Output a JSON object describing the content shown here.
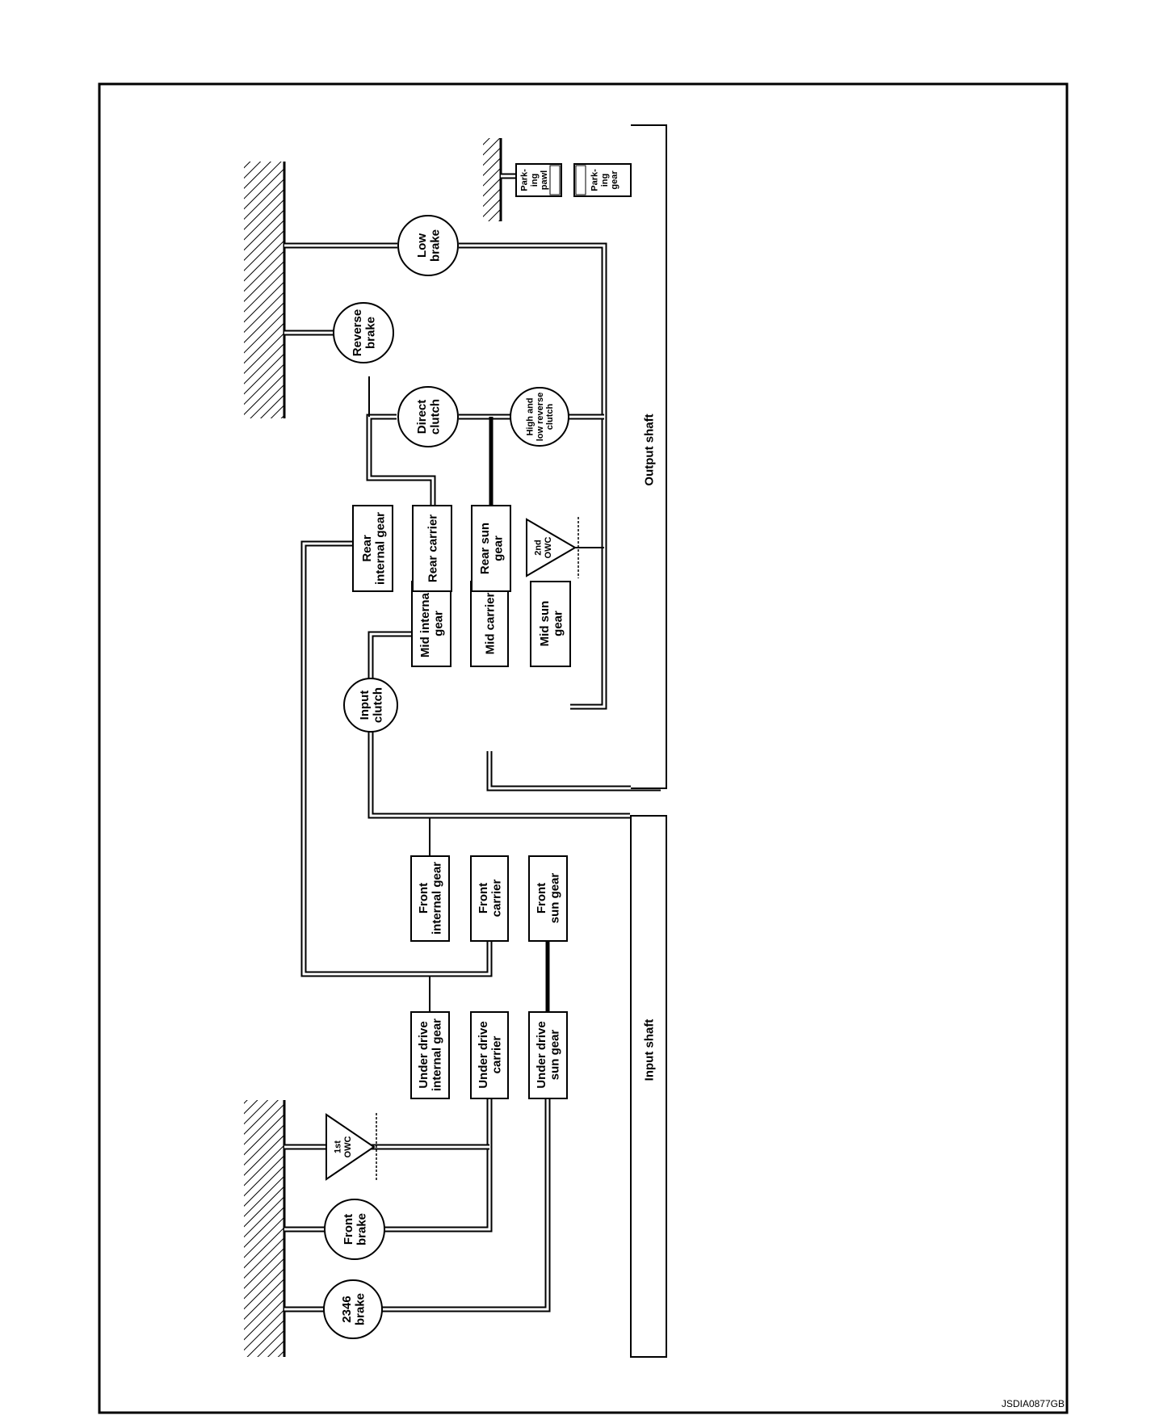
{
  "footer_code": "JSDIA0877GB",
  "components": {
    "brake_2346": "2346 brake",
    "front_brake": "Front brake",
    "owc_1st": "1st OWC",
    "input_shaft": "Input shaft",
    "output_shaft": "Output shaft",
    "under_drive_internal_gear": "Under drive internal gear",
    "under_drive_carrier": "Under drive carrier",
    "under_drive_sun_gear": "Under drive sun gear",
    "front_internal_gear": "Front internal gear",
    "front_carrier": "Front carrier",
    "front_sun_gear": "Front sun gear",
    "input_clutch": "Input clutch",
    "mid_internal_gear": "Mid internal gear",
    "mid_carrier": "Mid carrier",
    "mid_sun_gear": "Mid sun gear",
    "rear_internal_gear": "Rear internal gear",
    "rear_carrier": "Rear carrier",
    "rear_sun_gear": "Rear sun gear",
    "owc_2nd": "2nd OWC",
    "direct_clutch": "Direct clutch",
    "high_low_reverse_clutch": "High and low reverse clutch",
    "reverse_brake": "Reverse brake",
    "low_brake": "Low brake",
    "parking_pawl": "Park- ing pawl",
    "parking_gear": "Park- ing gear"
  },
  "labels": {
    "brake_2346": [
      "2346",
      "brake"
    ],
    "front_brake": [
      "Front",
      "brake"
    ],
    "owc_1st": [
      "1st",
      "OWC"
    ],
    "input_shaft": [
      "Input shaft"
    ],
    "output_shaft": [
      "Output shaft"
    ],
    "under_drive_internal_gear": [
      "Under drive",
      "internal gear"
    ],
    "under_drive_carrier": [
      "Under drive",
      "carrier"
    ],
    "under_drive_sun_gear": [
      "Under drive",
      "sun gear"
    ],
    "front_internal_gear": [
      "Front",
      "internal gear"
    ],
    "front_carrier": [
      "Front",
      "carrier"
    ],
    "front_sun_gear": [
      "Front",
      "sun gear"
    ],
    "input_clutch": [
      "Input",
      "clutch"
    ],
    "mid_internal_gear": [
      "Mid internal",
      "gear"
    ],
    "mid_carrier": [
      "Mid carrier"
    ],
    "mid_sun_gear": [
      "Mid sun",
      "gear"
    ],
    "rear_internal_gear": [
      "Rear",
      "internal gear"
    ],
    "rear_carrier": [
      "Rear carrier"
    ],
    "rear_sun_gear": [
      "Rear sun",
      "gear"
    ],
    "owc_2nd": [
      "2nd",
      "OWC"
    ],
    "direct_clutch": [
      "Direct",
      "clutch"
    ],
    "high_low_reverse_clutch": [
      "High and",
      "low reverse",
      "clutch"
    ],
    "reverse_brake": [
      "Reverse",
      "brake"
    ],
    "low_brake": [
      "Low",
      "brake"
    ],
    "parking_pawl": [
      "Park-",
      "ing",
      "pawl"
    ],
    "parking_gear": [
      "Park-",
      "ing",
      "gear"
    ]
  }
}
